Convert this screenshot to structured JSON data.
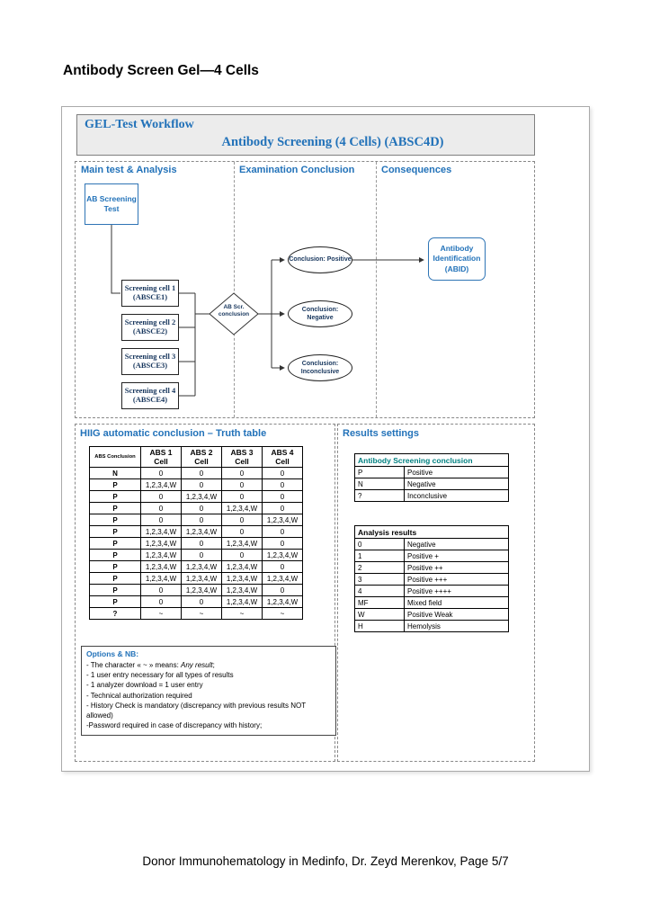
{
  "page": {
    "title": "Antibody Screen Gel—4 Cells",
    "footer": "Donor Immunohematology in Medinfo, Dr. Zeyd Merenkov, Page 5/7"
  },
  "colors": {
    "heading_blue": "#2272B9",
    "node_navy": "#17365D",
    "teal_header": "#008080",
    "header_band_gray": "#ececec"
  },
  "workflow": {
    "title": "GEL-Test Workflow",
    "subtitle": "Antibody Screening (4 Cells) (ABSC4D)",
    "columns": [
      {
        "id": "main-test-analysis",
        "label": "Main test & Analysis"
      },
      {
        "id": "examination-conclusion",
        "label": "Examination Conclusion"
      },
      {
        "id": "consequences",
        "label": "Consequences"
      }
    ],
    "nodes": {
      "ab_screening_test": "AB Screening Test",
      "screening_cells": [
        {
          "id": "screening-cell-1-node",
          "label": "Screening cell 1 (ABSCE1)"
        },
        {
          "id": "screening-cell-2-node",
          "label": "Screening cell 2 (ABSCE2)"
        },
        {
          "id": "screening-cell-3-node",
          "label": "Screening cell 3 (ABSCE3)"
        },
        {
          "id": "screening-cell-4-node",
          "label": "Screening cell 4 (ABSCE4)"
        }
      ],
      "decision": "AB Scr. conclusion",
      "conclusions": [
        {
          "id": "conclusion-positive-node",
          "label": "Conclusion: Positive"
        },
        {
          "id": "conclusion-negative-node",
          "label": "Conclusion: Negative"
        },
        {
          "id": "conclusion-inconclusive-node",
          "label": "Conclusion: Inconclusive"
        }
      ],
      "consequence": "Antibody Identification (ABID)"
    }
  },
  "truth_table": {
    "title": "HIIG automatic conclusion – Truth table",
    "headers": [
      "ABS Conclusion",
      "ABS 1 Cell",
      "ABS 2 Cell",
      "ABS 3 Cell",
      "ABS 4 Cell"
    ],
    "rows": [
      [
        "N",
        "0",
        "0",
        "0",
        "0"
      ],
      [
        "P",
        "1,2,3,4,W",
        "0",
        "0",
        "0"
      ],
      [
        "P",
        "0",
        "1,2,3,4,W",
        "0",
        "0"
      ],
      [
        "P",
        "0",
        "0",
        "1,2,3,4,W",
        "0"
      ],
      [
        "P",
        "0",
        "0",
        "0",
        "1,2,3,4,W"
      ],
      [
        "P",
        "1,2,3,4,W",
        "1,2,3,4,W",
        "0",
        "0"
      ],
      [
        "P",
        "1,2,3,4,W",
        "0",
        "1,2,3,4,W",
        "0"
      ],
      [
        "P",
        "1,2,3,4,W",
        "0",
        "0",
        "1,2,3,4,W"
      ],
      [
        "P",
        "1,2,3,4,W",
        "1,2,3,4,W",
        "1,2,3,4,W",
        "0"
      ],
      [
        "P",
        "1,2,3,4,W",
        "1,2,3,4,W",
        "1,2,3,4,W",
        "1,2,3,4,W"
      ],
      [
        "P",
        "0",
        "1,2,3,4,W",
        "1,2,3,4,W",
        "0"
      ],
      [
        "P",
        "0",
        "0",
        "1,2,3,4,W",
        "1,2,3,4,W"
      ],
      [
        "?",
        "~",
        "~",
        "~",
        "~"
      ]
    ]
  },
  "results_settings": {
    "title": "Results settings",
    "screening_conclusion_table": {
      "header": "Antibody Screening conclusion",
      "rows": [
        [
          "P",
          "Positive"
        ],
        [
          "N",
          "Negative"
        ],
        [
          "?",
          "Inconclusive"
        ]
      ]
    },
    "analysis_results_table": {
      "header": "Analysis results",
      "rows": [
        [
          "0",
          "Negative"
        ],
        [
          "1",
          "Positive +"
        ],
        [
          "2",
          "Positive ++"
        ],
        [
          "3",
          "Positive +++"
        ],
        [
          "4",
          "Positive ++++"
        ],
        [
          "MF",
          "Mixed field"
        ],
        [
          "W",
          "Positive Weak"
        ],
        [
          "H",
          "Hemolysis"
        ]
      ]
    }
  },
  "options": {
    "title": "Options & NB:",
    "lines": [
      [
        {
          "t": "- The character « ~ » means: "
        },
        {
          "t": "Any result",
          "i": true
        },
        {
          "t": ";"
        }
      ],
      [
        {
          "t": "- 1 user entry necessary for all types of results"
        }
      ],
      [
        {
          "t": "- 1 analyzer download = 1 user entry"
        }
      ],
      [
        {
          "t": "- Technical authorization required"
        }
      ],
      [
        {
          "t": "- History Check is mandatory (discrepancy with previous results NOT allowed)"
        }
      ],
      [
        {
          "t": "-Password required in case of discrepancy with history;"
        }
      ]
    ]
  }
}
